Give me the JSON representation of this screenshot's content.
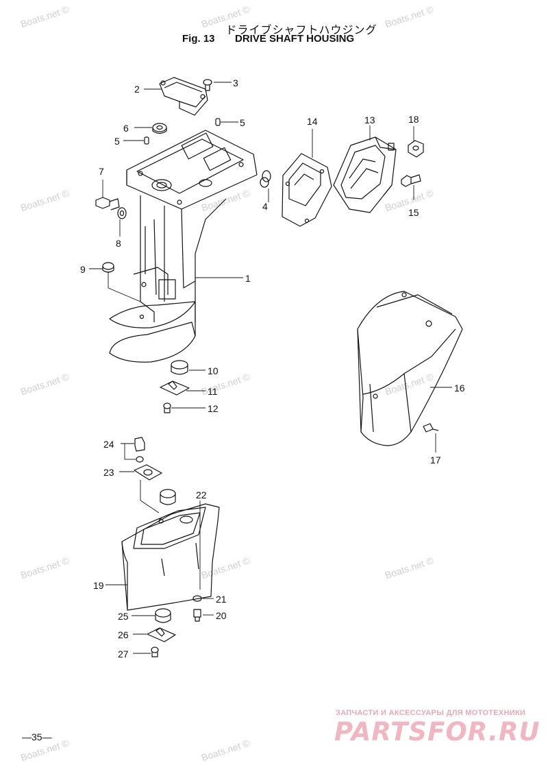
{
  "title": {
    "japanese": "ドライブシャフトハウジング",
    "fig_label": "Fig. 13",
    "name": "DRIVE SHAFT HOUSING"
  },
  "watermark": "Boats.net ©",
  "page_number": "—35—",
  "brand": {
    "tagline": "ЗАПЧАСТИ И АКСЕССУАРЫ ДЛЯ МОТОТЕХНИКИ",
    "name": "PARTSFOR.RU"
  },
  "callouts": [
    "1",
    "2",
    "3",
    "4",
    "5",
    "5",
    "6",
    "7",
    "8",
    "9",
    "10",
    "11",
    "12",
    "13",
    "14",
    "15",
    "16",
    "17",
    "18",
    "19",
    "20",
    "21",
    "22",
    "23",
    "24",
    "25",
    "26",
    "27"
  ],
  "colors": {
    "line": "#111111",
    "watermark": "#cfcfcf",
    "brand": "#f0b6c2"
  }
}
